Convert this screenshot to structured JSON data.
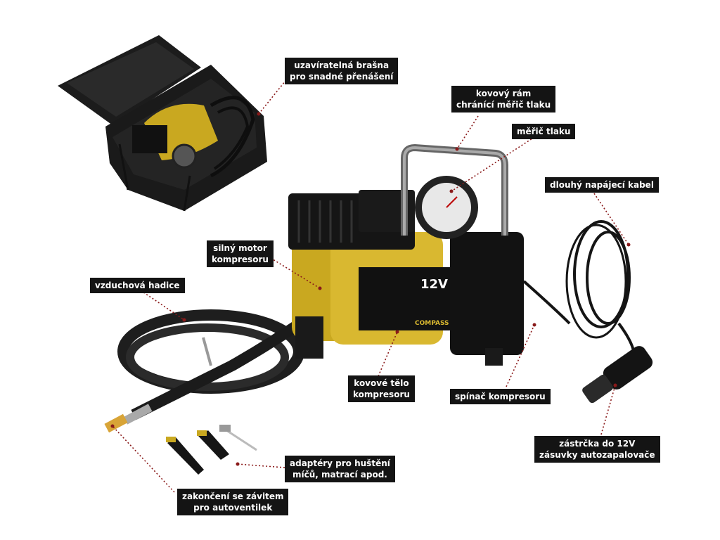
{
  "colors": {
    "label_bg": "#141414",
    "label_text": "#ffffff",
    "leader": "#8a1a1a",
    "compressor_yellow": "#c9a820",
    "rubber_black": "#1e1e1e"
  },
  "product_plate": {
    "voltage": "12V",
    "brand": "COMPASS"
  },
  "labels": {
    "bag": {
      "line1": "uzavíratelná brašna",
      "line2": "pro snadné přenášení"
    },
    "frame": {
      "line1": "kovový rám",
      "line2": "chránící měřič tlaku"
    },
    "gauge": {
      "line1": "měřič tlaku"
    },
    "cable": {
      "line1": "dlouhý napájecí kabel"
    },
    "motor": {
      "line1": "silný motor",
      "line2": "kompresoru"
    },
    "hose": {
      "line1": "vzduchová hadice"
    },
    "body": {
      "line1": "kovové tělo",
      "line2": "kompresoru"
    },
    "switch": {
      "line1": "spínač kompresoru"
    },
    "plug": {
      "line1": "zástrčka do 12V",
      "line2": "zásuvky autozapalovače"
    },
    "adapters": {
      "line1": "adaptéry pro huštění",
      "line2": "míčů, matrací apod."
    },
    "nozzle": {
      "line1": "zakončení se závitem",
      "line2": "pro autoventilek"
    }
  }
}
